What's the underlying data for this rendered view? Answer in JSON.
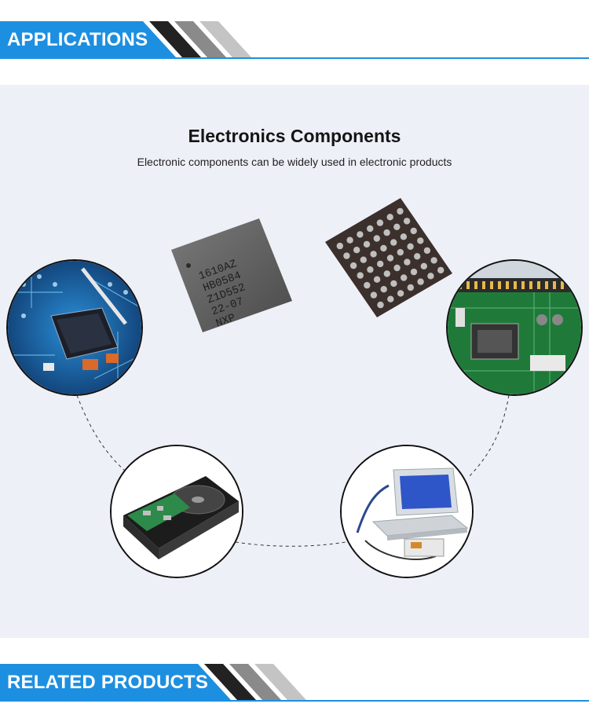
{
  "sections": {
    "applications": {
      "title": "APPLICATIONS"
    },
    "related": {
      "title": "RELATED PRODUCTS"
    }
  },
  "hero": {
    "title": "Electronics Components",
    "subtitle": "Electronic components can be widely used in electronic products"
  },
  "chip_marking": [
    "1610AZ",
    "HB0584",
    "Z1D552",
    "22-07",
    "NXP"
  ],
  "images": {
    "circuit_board": "circuit-board-closeup",
    "motherboard": "green-motherboard",
    "hard_drive": "hard-disk-drive",
    "laptop": "electronic-test-laptop",
    "qfn_chip": "qfn-chip",
    "bga_chip": "bga-chip"
  },
  "colors": {
    "accent_blue": "#1d8fe0",
    "dark_stripe": "#222222",
    "gray_stripe": "#8a8a8a",
    "light_stripe": "#c4c4c4",
    "panel_bg": "#eef0f8"
  }
}
